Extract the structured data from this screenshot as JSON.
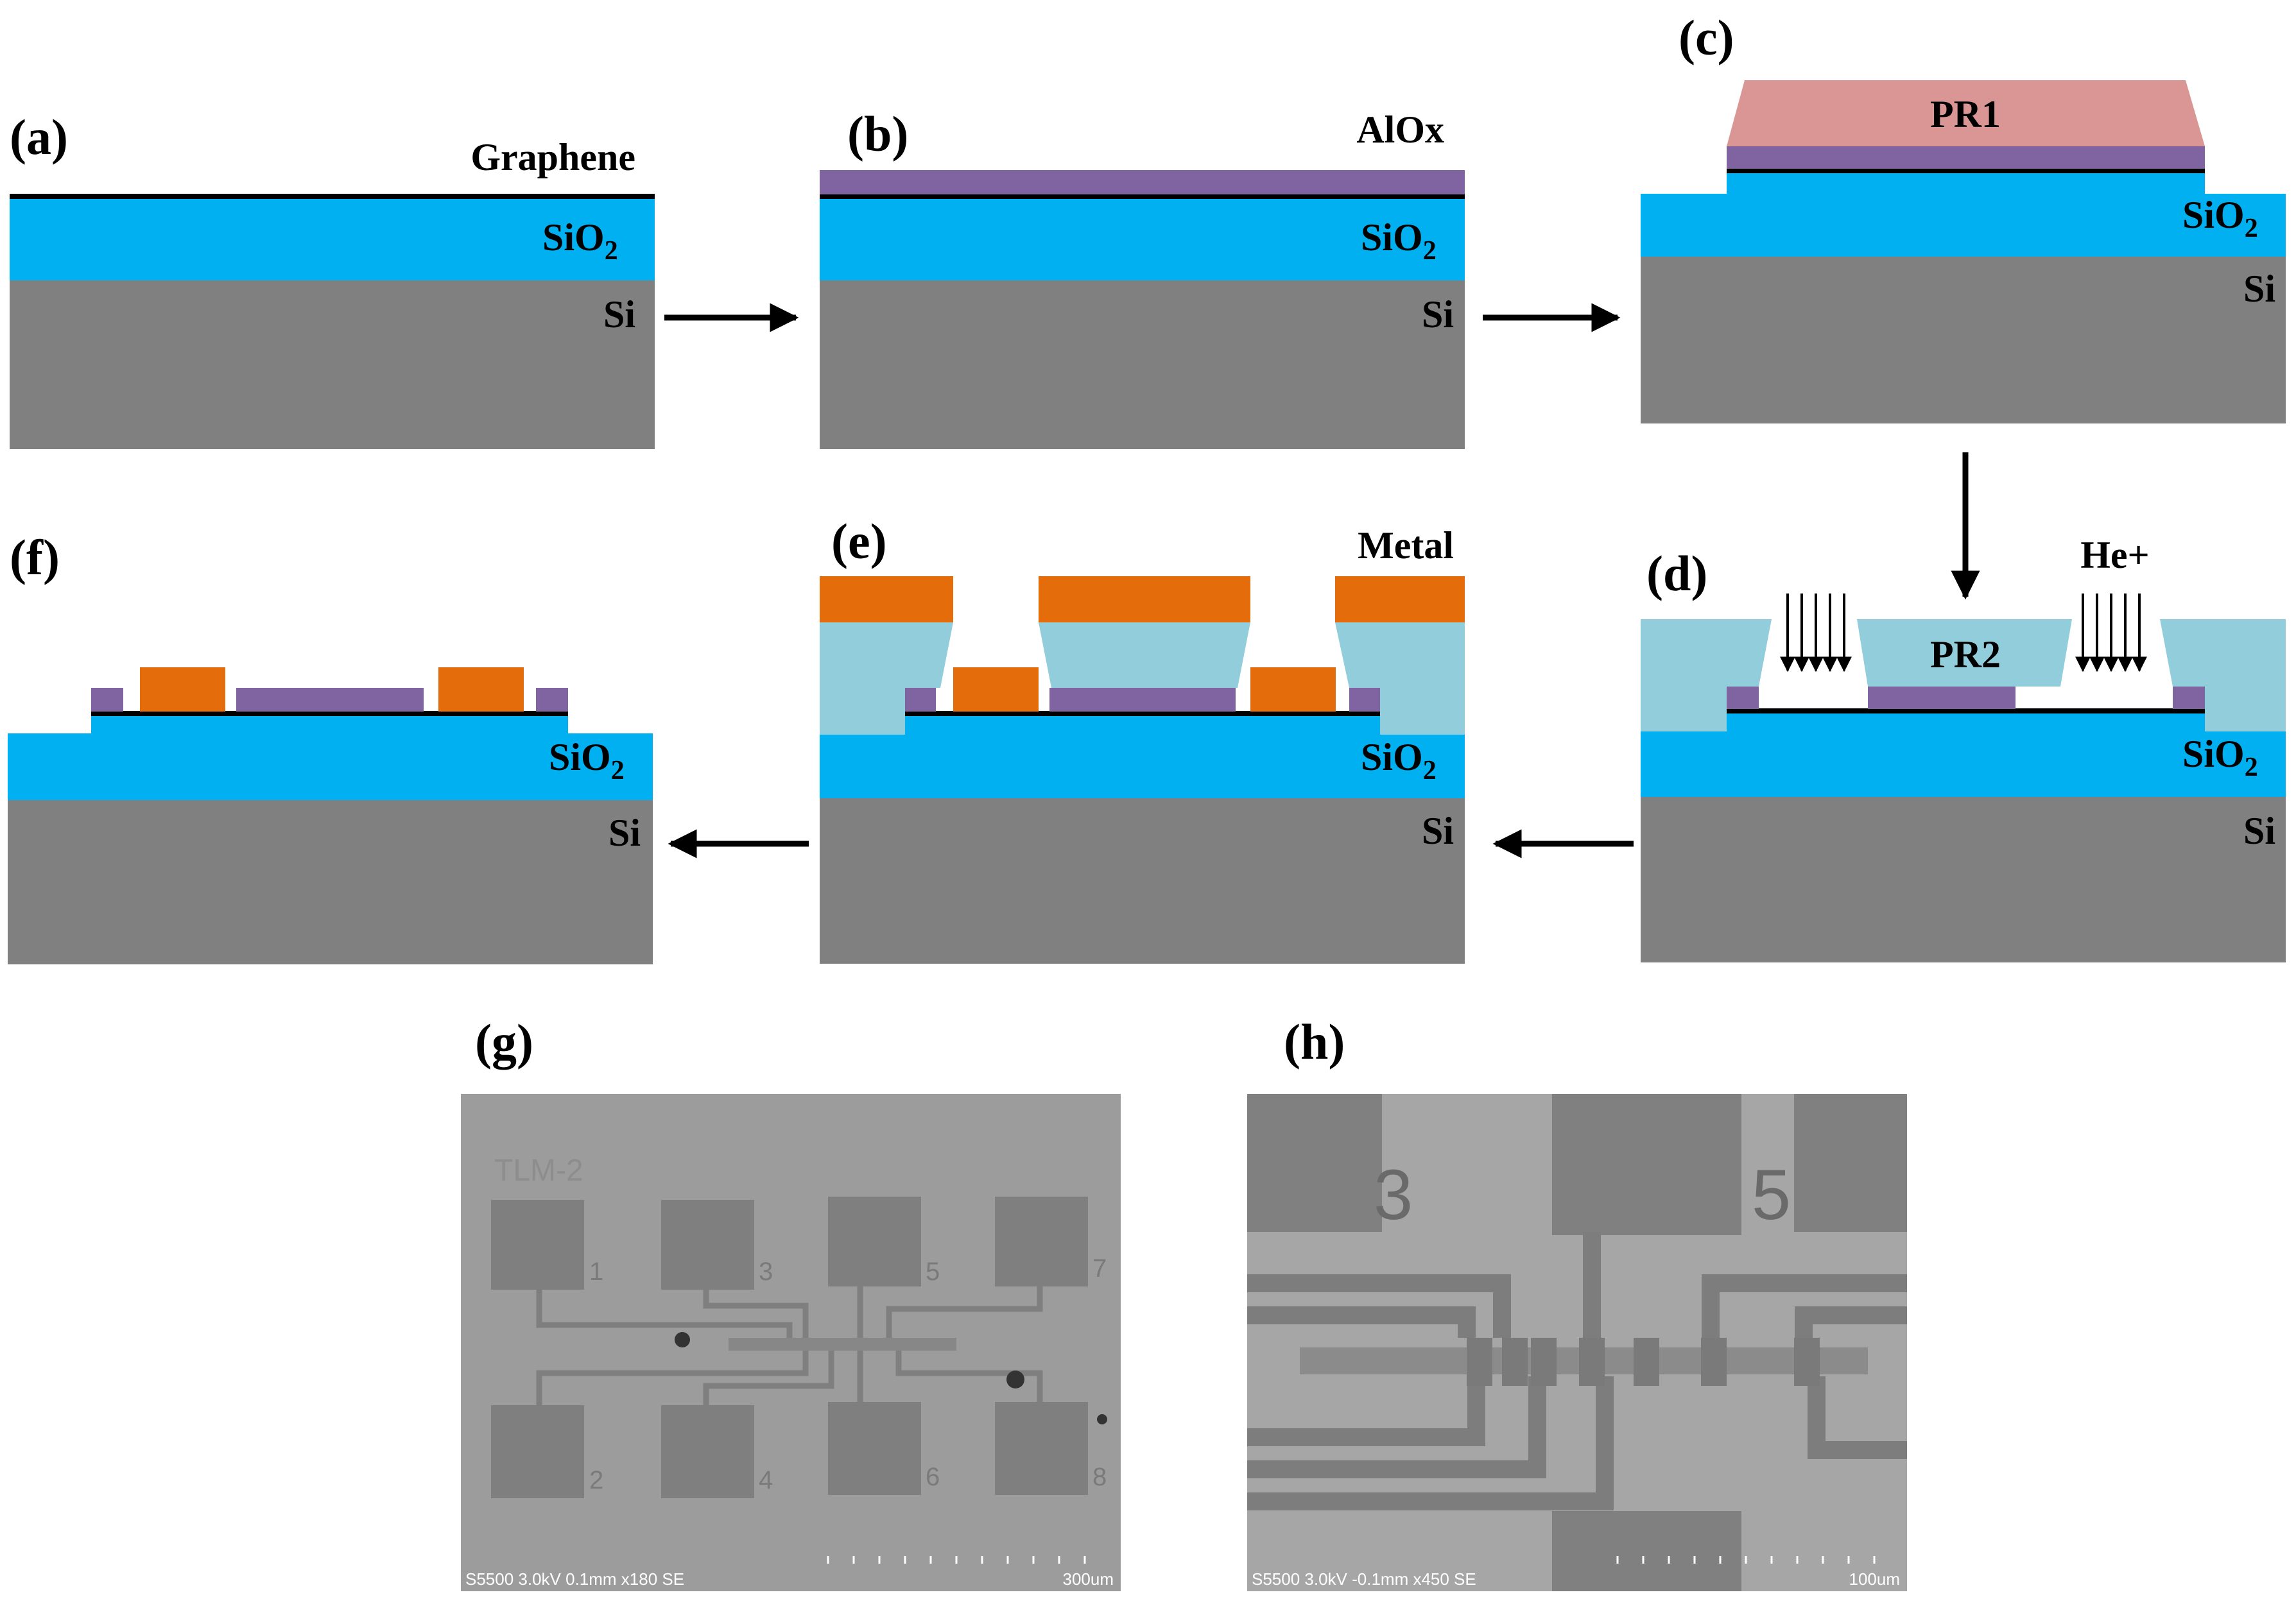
{
  "colors": {
    "si": "#808080",
    "sio2": "#00b0f0",
    "graphene": "#000000",
    "alox": "#8064a2",
    "pr1": "#da9694",
    "pr2": "#92cddc",
    "metal": "#e46c0a",
    "arrow": "#000000",
    "sem_background": "#9c9c9c",
    "sem_pad": "#7f7f7f"
  },
  "panels": {
    "a": {
      "tag": "(a)",
      "labels": {
        "graphene": "Graphene",
        "sio2": "SiO",
        "sio2_sub": "2",
        "si": "Si"
      }
    },
    "b": {
      "tag": "(b)",
      "labels": {
        "alox": "AlOx",
        "sio2": "SiO",
        "sio2_sub": "2",
        "si": "Si"
      }
    },
    "c": {
      "tag": "(c)",
      "labels": {
        "pr1": "PR1",
        "sio2": "SiO",
        "sio2_sub": "2",
        "si": "Si"
      }
    },
    "d": {
      "tag": "(d)",
      "labels": {
        "pr2": "PR2",
        "ions": "He+",
        "sio2": "SiO",
        "sio2_sub": "2",
        "si": "Si"
      }
    },
    "e": {
      "tag": "(e)",
      "labels": {
        "metal": "Metal",
        "sio2": "SiO",
        "sio2_sub": "2",
        "si": "Si"
      }
    },
    "f": {
      "tag": "(f)",
      "labels": {
        "sio2": "SiO",
        "sio2_sub": "2",
        "si": "Si"
      }
    }
  },
  "flow_arrows": [
    "a-to-b",
    "b-to-c",
    "c-to-d",
    "d-to-e",
    "e-to-f"
  ],
  "micrographs": {
    "g": {
      "tag": "(g)",
      "structure_label": "TLM-2",
      "pad_numbers": [
        "1",
        "3",
        "5",
        "7",
        "2",
        "4",
        "6",
        "8"
      ],
      "info_bar": "S5500 3.0kV 0.1mm x180 SE",
      "scale_label": "300um"
    },
    "h": {
      "tag": "(h)",
      "pad_numbers": [
        "3",
        "5"
      ],
      "info_bar": "S5500 3.0kV -0.1mm x450 SE",
      "scale_label": "100um"
    }
  }
}
